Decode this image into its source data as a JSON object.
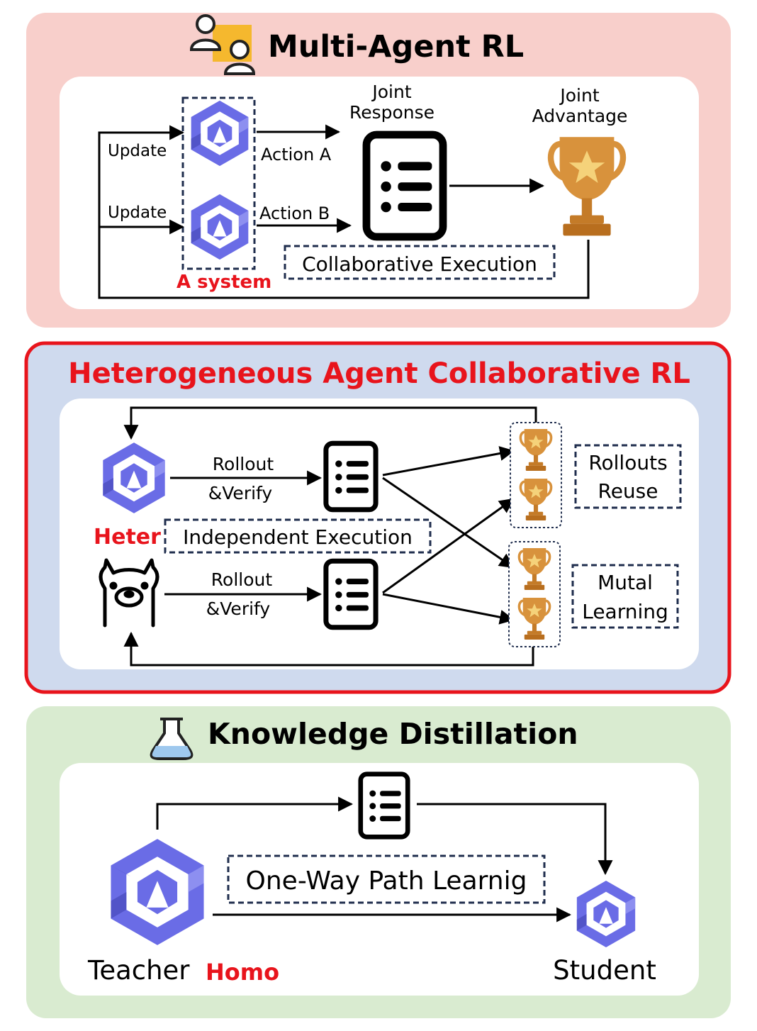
{
  "colors": {
    "marl_bg": "#f8cfcb",
    "hacrl_bg": "#cfdaee",
    "hacrl_border": "#e8141c",
    "kd_bg": "#d9ebd0",
    "accent_red": "#e8141c",
    "agent_purple": "#6a6ce6",
    "trophy_gold": "#d8923c",
    "dash_navy": "#1f2d4d"
  },
  "icons": [
    "users-icon",
    "qwen-logo-icon",
    "llama-logo-icon",
    "document-list-icon",
    "trophy-icon",
    "flask-icon"
  ],
  "marl": {
    "title": "Multi-Agent RL",
    "joint_response": [
      "Joint",
      "Response"
    ],
    "joint_advantage": [
      "Joint",
      "Advantage"
    ],
    "update_a": "Update",
    "update_b": "Update",
    "action_a": "Action A",
    "action_b": "Action B",
    "system_label": "A system",
    "collab_label": "Collaborative Execution"
  },
  "hacrl": {
    "title": "Heterogeneous Agent Collaborative RL",
    "rollout_top": [
      "Rollout",
      "&Verify"
    ],
    "rollout_bottom": [
      "Rollout",
      "&Verify"
    ],
    "heter_label": "Heter",
    "independent_label": "Independent Execution",
    "rollouts_reuse": [
      "Rollouts",
      "Reuse"
    ],
    "mutal_learning": [
      "Mutal",
      "Learning"
    ]
  },
  "kd": {
    "title": "Knowledge Distillation",
    "one_way_label": "One-Way Path Learnig",
    "teacher_label": "Teacher",
    "homo_label": "Homo",
    "student_label": "Student"
  }
}
